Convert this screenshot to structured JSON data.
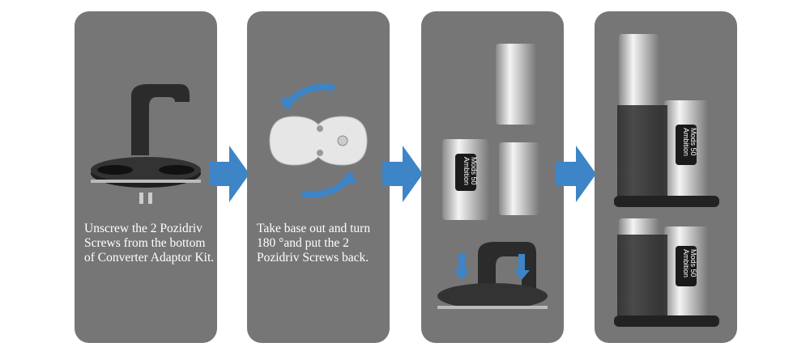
{
  "steps": [
    {
      "caption": "Unscrew the 2 Pozidriv\nScrews from the bottom\nof Converter Adaptor Kit."
    },
    {
      "caption": "Take base out and turn\n180 °and put the 2\nPozidriv Screws back."
    },
    {
      "caption": ""
    },
    {
      "caption": ""
    }
  ],
  "device_label": {
    "line1": "Ambition",
    "line2": "Mods 50"
  },
  "colors": {
    "panel": "#767676",
    "arrow": "#3d85c6",
    "base": "#2a2a2a",
    "steel": "#c8c8c8"
  }
}
